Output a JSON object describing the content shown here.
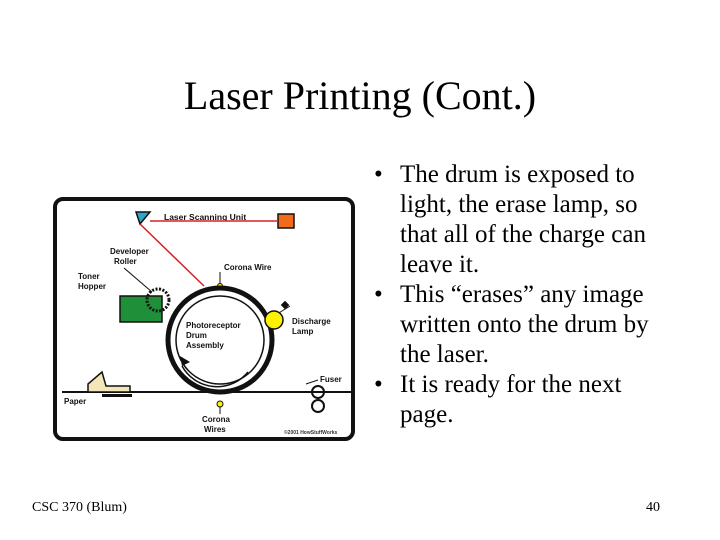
{
  "slide": {
    "title": "Laser Printing (Cont.)",
    "bullets": [
      "The drum is exposed to light, the erase lamp, so that all of the charge can leave it.",
      "This “erases” any image written onto the drum by the laser.",
      "It is ready for the next page."
    ],
    "footer_left": "CSC 370 (Blum)",
    "page_number": "40"
  },
  "diagram": {
    "labels": {
      "laser_scanning_unit": "Laser Scanning Unit",
      "developer_roller_1": "Developer",
      "developer_roller_2": "Roller",
      "toner_hopper_1": "Toner",
      "toner_hopper_2": "Hopper",
      "corona_wire": "Corona Wire",
      "discharge_lamp_1": "Discharge",
      "discharge_lamp_2": "Lamp",
      "photoreceptor_1": "Photoreceptor",
      "photoreceptor_2": "Drum",
      "photoreceptor_3": "Assembly",
      "fuser": "Fuser",
      "paper": "Paper",
      "corona_wires_1": "Corona",
      "corona_wires_2": "Wires",
      "copyright": "©2001 HowStuffWorks"
    },
    "colors": {
      "laser": "#d62020",
      "toner_hopper": "#1f8f3a",
      "laser_unit": "#f26a1b",
      "scanner_prism": "#2aa7c9",
      "discharge_lamp": "#fff200",
      "frame": "#111111"
    }
  }
}
